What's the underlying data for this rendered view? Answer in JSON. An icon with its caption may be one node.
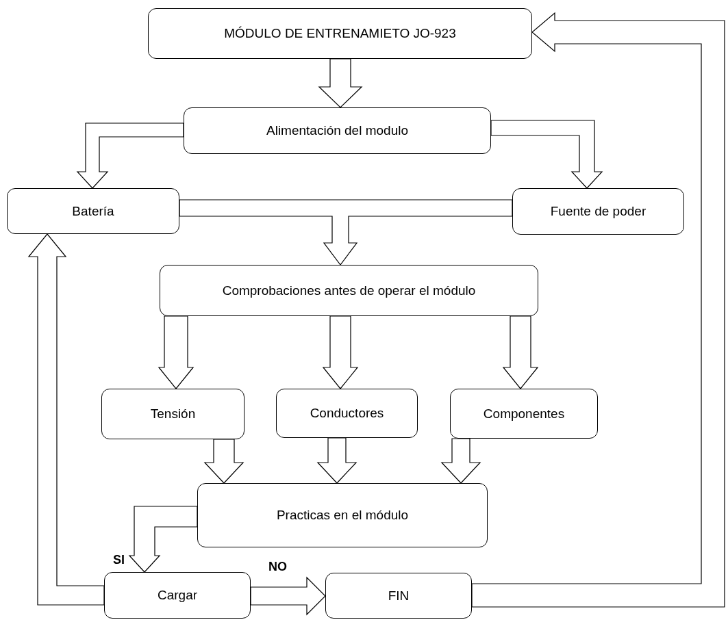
{
  "diagram": {
    "nodes": [
      {
        "text": [
          "MÓDULO DE ENTRENAMIETO JO-923"
        ]
      },
      {
        "text": [
          "Alimentación del modulo"
        ]
      },
      {
        "text": [
          "Batería"
        ]
      },
      {
        "text": [
          "Fuente de poder"
        ]
      },
      {
        "text": [
          "Comprobaciones antes de operar el módulo"
        ]
      },
      {
        "text": [
          "Tensión"
        ]
      },
      {
        "text": [
          "Conductores"
        ]
      },
      {
        "text": [
          "Componentes"
        ]
      },
      {
        "text": [
          "Practicas en el módulo"
        ]
      },
      {
        "text": [
          "Cargar"
        ]
      },
      {
        "text": [
          "FIN"
        ]
      }
    ],
    "edges": [
      {
        "from": 0,
        "to": 1,
        "arrow": "to"
      },
      {
        "from": 1,
        "to": 2,
        "arrow": "to"
      },
      {
        "from": 1,
        "to": 3,
        "arrow": "to"
      },
      {
        "from": 2,
        "to": 4,
        "arrow": "to"
      },
      {
        "from": 3,
        "to": 4,
        "arrow": "to"
      },
      {
        "from": 4,
        "to": 5,
        "arrow": "to"
      },
      {
        "from": 4,
        "to": 6,
        "arrow": "to"
      },
      {
        "from": 4,
        "to": 7,
        "arrow": "to"
      },
      {
        "from": 5,
        "to": 8,
        "arrow": "to"
      },
      {
        "from": 6,
        "to": 8,
        "arrow": "to"
      },
      {
        "from": 7,
        "to": 8,
        "arrow": "to"
      },
      {
        "from": 8,
        "to": 9,
        "arrow": "to",
        "label": "SI"
      },
      {
        "from": 9,
        "to": 10,
        "arrow": "to",
        "label": "NO"
      },
      {
        "from": 9,
        "to": 2,
        "arrow": "to"
      },
      {
        "from": 10,
        "to": 0,
        "arrow": "to"
      }
    ]
  }
}
